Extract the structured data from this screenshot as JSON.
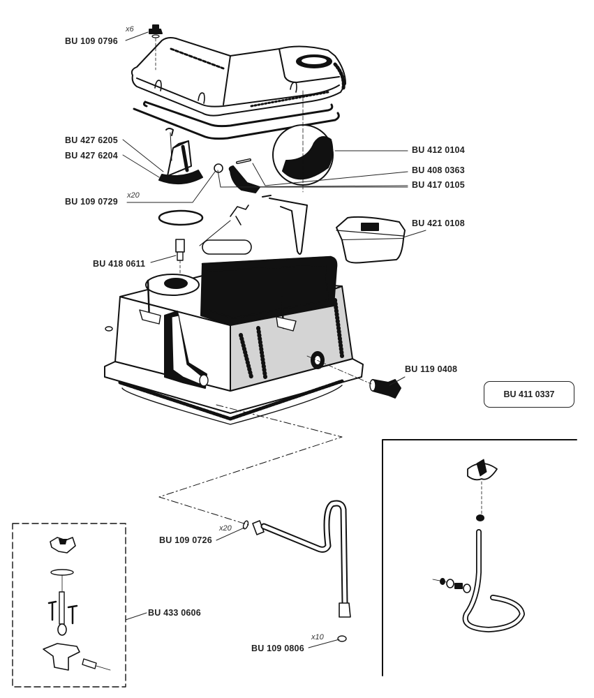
{
  "diagram": {
    "title": "Exploded parts diagram",
    "colors": {
      "ink": "#111111",
      "label": "#222222",
      "background": "#ffffff"
    },
    "labels": [
      {
        "id": "cover-knob",
        "part": "BU 109 0796",
        "qty": "x6"
      },
      {
        "id": "float-bracket-a",
        "part": "BU 427 6205",
        "qty": ""
      },
      {
        "id": "float-bracket-b",
        "part": "BU 427 6204",
        "qty": ""
      },
      {
        "id": "bracket-washer",
        "part": "BU 109 0729",
        "qty": "x20"
      },
      {
        "id": "float-ball",
        "part": "BU 412 0104",
        "qty": ""
      },
      {
        "id": "float-pin",
        "part": "BU 408 0363",
        "qty": ""
      },
      {
        "id": "float-arm",
        "part": "BU 417 0105",
        "qty": ""
      },
      {
        "id": "valve-box",
        "part": "BU 421 0108",
        "qty": ""
      },
      {
        "id": "outlet-nipple",
        "part": "BU 418 0611",
        "qty": ""
      },
      {
        "id": "side-plug",
        "part": "BU 119 0408",
        "qty": ""
      },
      {
        "id": "pipe-washer",
        "part": "BU 109 0726",
        "qty": "x20"
      },
      {
        "id": "mount-kit",
        "part": "BU 433 0606",
        "qty": ""
      },
      {
        "id": "pipe-end-washer",
        "part": "BU 109 0806",
        "qty": "x10"
      }
    ],
    "assembly_box": {
      "part": "BU 411 0337"
    }
  }
}
